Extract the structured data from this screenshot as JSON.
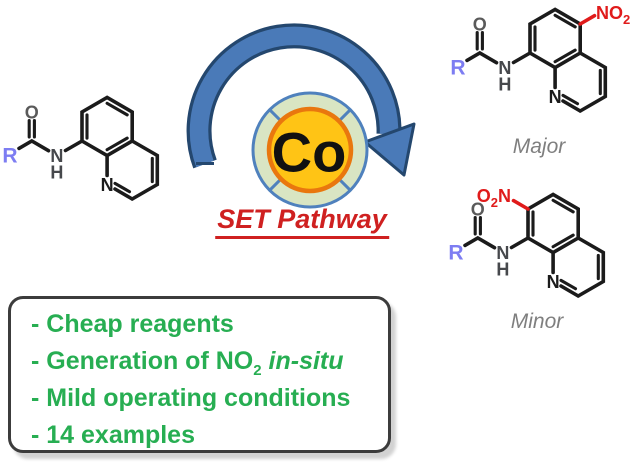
{
  "atoms": {
    "r": "R",
    "o": "O",
    "n": "N",
    "h": "H"
  },
  "nitro": {
    "major_pre": "NO",
    "major_sub": "2",
    "minor_pre": "O",
    "minor_sub": "2",
    "minor_post": "N"
  },
  "catalyst": {
    "symbol": "Co"
  },
  "pathway_label": "SET Pathway",
  "products": {
    "major_label": "Major",
    "minor_label": "Minor"
  },
  "benefits": {
    "line1": "- Cheap reagents",
    "line2_pre": "- Generation of NO",
    "line2_sub": "2",
    "line2_italic": "in-situ",
    "line3": "- Mild operating conditions",
    "line4": "- 14 examples"
  },
  "colors": {
    "highlight_green": "#27ae52",
    "nitro_red": "#e01b1b",
    "pathway_red": "#cf2020",
    "arrow_blue": "#4a7ab8",
    "arrow_border": "#24476e",
    "ring_pale_green": "#d9e5c3",
    "ring_border_blue": "#4f81bd",
    "core_yellow": "#ffc415",
    "core_orange": "#e9770e",
    "r_group_blue": "#7d7df2",
    "product_label_gray": "#7f7f7f"
  }
}
